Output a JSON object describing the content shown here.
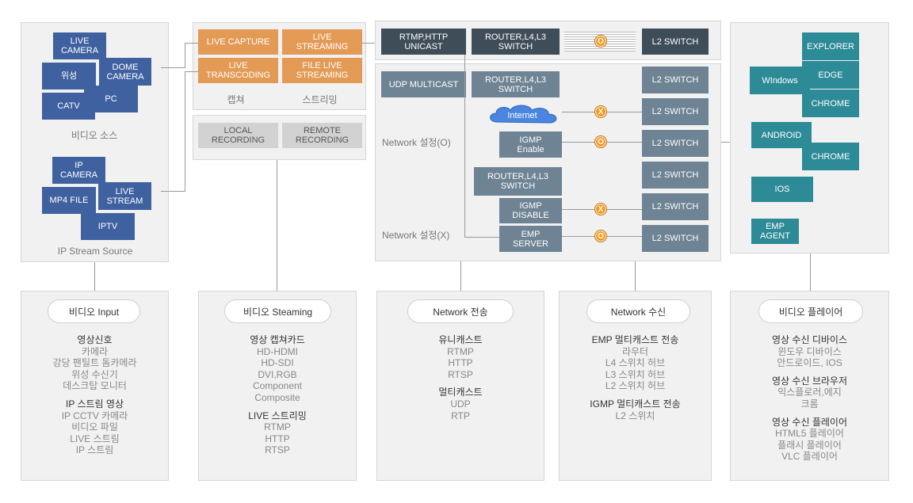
{
  "source": {
    "video_nodes": {
      "live_camera": "LIVE\nCAMERA",
      "wiseong": "위성",
      "dome_camera": "DOME\nCAMERA",
      "pc": "PC",
      "catv": "CATV"
    },
    "video_caption": "비디오 소스",
    "ip_nodes": {
      "ip_camera": "IP\nCAMERA",
      "mp4_file": "MP4 FILE",
      "live_stream": "LIVE\nSTREAM",
      "iptv": "IPTV"
    },
    "ip_caption": "IP Stream Source"
  },
  "capture": {
    "live_capture": "LIVE  CAPTURE",
    "live_streaming": "LIVE\nSTREAMING",
    "live_transcoding": "LIVE\nTRANSCODING",
    "file_live_streaming": "FILE LIVE\nSTREAMING",
    "caption_capture": "캡쳐",
    "caption_streaming": "스트리밍",
    "local_recording": "LOCAL\nRECORDING",
    "remote_recording": "REMOTE\nRECORDING"
  },
  "network": {
    "rtmp_unicast": "RTMP,HTTP\nUNICAST",
    "router_top": "ROUTER,L4,L3\nSWITCH",
    "l2_top": "L2 SWITCH",
    "udp_multicast": "UDP MULTICAST",
    "router_mid": "ROUTER,L4,L3\nSWITCH",
    "internet": "Internet",
    "igmp_enable": "IGMP\nEnable",
    "router_low": "ROUTER,L4,L3\nSWITCH",
    "igmp_disable": "IGMP\nDISABLE",
    "emp_server": "EMP\nSERVER",
    "setting_on": "Network 설정(O)",
    "setting_off": "Network 설정(X)",
    "l2_switches": [
      "L2 SWITCH",
      "L2 SWITCH",
      "L2 SWITCH",
      "L2 SWITCH",
      "L2 SWITCH",
      "L2 SWITCH"
    ],
    "markers": {
      "top": "O",
      "internet": "X",
      "igmp_enable": "O",
      "igmp_disable": "X",
      "emp_server": "O"
    }
  },
  "clients": {
    "explorer": "EXPLORER",
    "windows": "WIndows",
    "edge": "EDGE",
    "chrome1": "CHROME",
    "android": "ANDROID",
    "chrome2": "CHROME",
    "ios": "IOS",
    "emp_agent": "EMP\nAGENT"
  },
  "columns": [
    {
      "title": "비디오 Input",
      "groups": [
        {
          "head": "영상신호",
          "items": [
            "카메라",
            "강당 팬틸트 돔카메라",
            "위성 수신기",
            "데스크탑 모니터"
          ]
        },
        {
          "head": "IP 스트림 영상",
          "items": [
            "IP CCTV 카메라",
            "비디오 파일",
            "LIVE 스트림",
            "IP 스트림"
          ]
        }
      ]
    },
    {
      "title": "비디오 Steaming",
      "groups": [
        {
          "head": "영상 캡쳐카드",
          "items": [
            "HD-HDMI",
            "HD-SDI",
            "DVI,RGB",
            "Component",
            "Composite"
          ]
        },
        {
          "head": "LIVE 스트리밍",
          "items": [
            "RTMP",
            "HTTP",
            "RTSP"
          ]
        }
      ]
    },
    {
      "title": "Network 전송",
      "groups": [
        {
          "head": "유니캐스트",
          "items": [
            "RTMP",
            "HTTP",
            "RTSP"
          ]
        },
        {
          "head": "멀티캐스트",
          "items": [
            "UDP",
            "RTP"
          ]
        }
      ]
    },
    {
      "title": "Network 수신",
      "groups": [
        {
          "head": "EMP 멀티캐스트 전송",
          "items": [
            "라우터",
            "L4 스위치 허브",
            "L3 스위치 허브",
            "L2 스위치 허브"
          ]
        },
        {
          "head": "IGMP 멀티캐스트 전송",
          "items": [
            "L2 스위치"
          ]
        }
      ]
    },
    {
      "title": "비디오 플레이어",
      "groups": [
        {
          "head": "영상 수신 디바이스",
          "items": [
            "윈도우 디바이스",
            "안드로이드, IOS"
          ]
        },
        {
          "head": "영상 수신 브라우저",
          "items": [
            "익스플로러,에지",
            "크롬"
          ]
        },
        {
          "head": "영상 수신 플레이어",
          "items": [
            "HTML5 플레이어",
            "플래시 플레이어",
            "VLC 플레이어"
          ]
        }
      ]
    }
  ],
  "colors": {
    "blue": "#3f61a0",
    "orange": "#e39a55",
    "dark": "#3f4d59",
    "slate": "#6e8393",
    "teal": "#2d8a97",
    "marker": "#f39a1f"
  }
}
